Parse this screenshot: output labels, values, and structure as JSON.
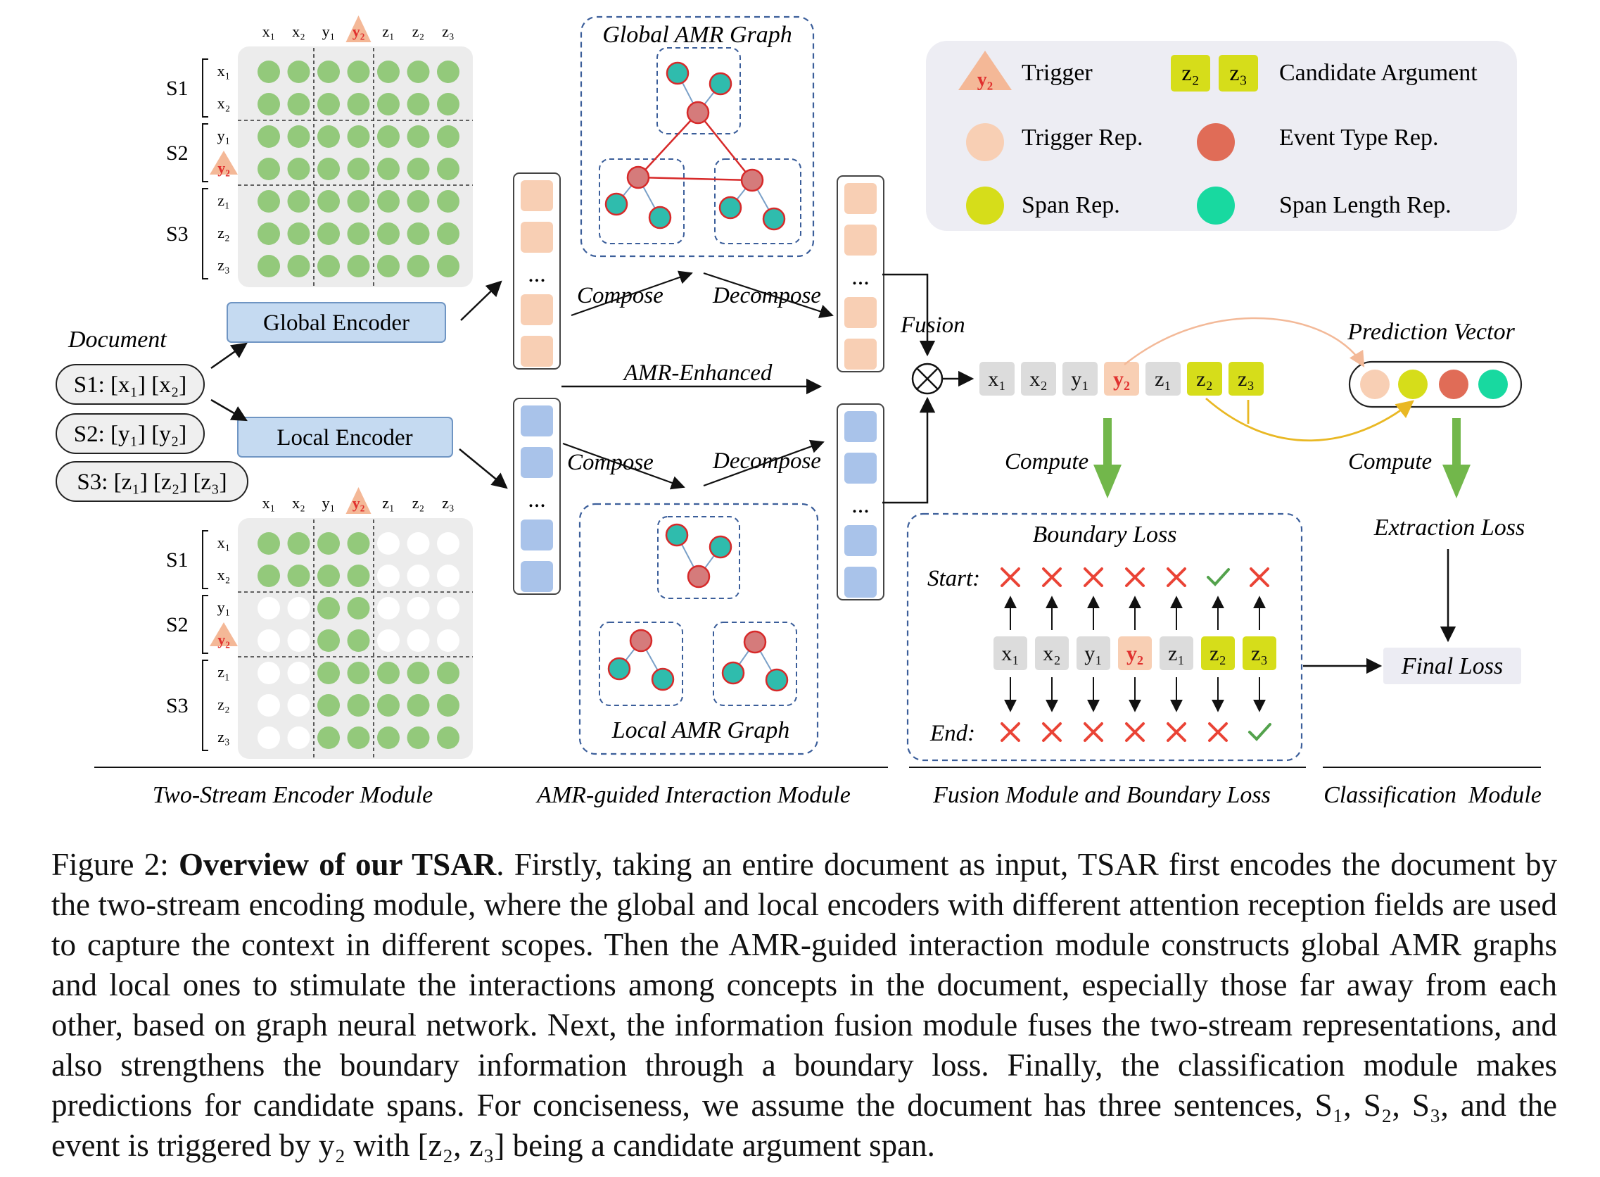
{
  "figure": {
    "matrix_col_labels": [
      "x₁",
      "x₂",
      "y₁",
      "y₂",
      "z₁",
      "z₂",
      "z₃"
    ],
    "matrix_row_labels": [
      "x₁",
      "x₂",
      "y₁",
      "y₂",
      "z₁",
      "z₂",
      "z₃"
    ],
    "sentence_labels": [
      "S1",
      "S2",
      "S3"
    ],
    "document_label": "Document",
    "document_sentences": [
      "S1: [x₁] [x₂]",
      "S2: [y₁] [y₂]",
      "S3: [z₁] [z₂] [z₃]"
    ],
    "global_encoder": "Global Encoder",
    "local_encoder": "Local Encoder",
    "global_amr_graph": "Global AMR Graph",
    "local_amr_graph": "Local AMR Graph",
    "compose": "Compose",
    "decompose": "Decompose",
    "amr_enhanced": "AMR-Enhanced",
    "fusion": "Fusion",
    "compute": "Compute",
    "prediction_vector": "Prediction Vector",
    "boundary_loss": "Boundary Loss",
    "start_label": "Start:",
    "end_label": "End:",
    "extraction_loss": "Extraction Loss",
    "final_loss": "Final Loss",
    "ellipsis": "...",
    "legend": {
      "trigger_symbol": "y₂",
      "trigger": "Trigger",
      "cand_z2": "z₂",
      "cand_z3": "z₃",
      "candidate_argument": "Candidate Argument",
      "trigger_rep": "Trigger Rep.",
      "event_type_rep": "Event Type Rep.",
      "span_rep": "Span Rep.",
      "span_length_rep": "Span Length Rep."
    },
    "token_labels": [
      "x₁",
      "x₂",
      "y₁",
      "y₂",
      "z₁",
      "z₂",
      "z₃"
    ],
    "start_marks": [
      "x",
      "x",
      "x",
      "x",
      "x",
      "check",
      "x"
    ],
    "end_marks": [
      "x",
      "x",
      "x",
      "x",
      "x",
      "x",
      "check"
    ],
    "module_labels": [
      "Two-Stream Encoder Module",
      "AMR-guided Interaction Module",
      "Fusion Module and Boundary Loss",
      "Classification  Module"
    ],
    "colors": {
      "green_dot": "#93c97b",
      "grid_bg": "#ececec",
      "encoder_fill": "#c5daf1",
      "encoder_stroke": "#6f95c3",
      "peach": "#f8cfb4",
      "blue_block": "#a9c3ea",
      "node_red": "#d57b7b",
      "node_teal": "#2fbcad",
      "edge_red": "#d72a2a",
      "yellow": "#d6dd1a",
      "event_rep": "#e06c57",
      "span_len_rep": "#18d9a0",
      "green_arrow": "#72b74b",
      "x_mark": "#ea4335",
      "check_mark": "#53a24c",
      "trigger_red": "#e0302e"
    }
  },
  "caption": {
    "label": "Figure 2:",
    "bold": "Overview of our TSAR",
    "text": ". Firstly, taking an entire document as input, TSAR first encodes the document by the two-stream encoding module, where the global and local encoders with different attention reception fields are used to capture the context in different scopes. Then the AMR-guided interaction module constructs global AMR graphs and local ones to stimulate the interactions among concepts in the document, especially those far away from each other, based on graph neural network. Next, the information fusion module fuses the two-stream representations, and also strengthens the boundary information through a boundary loss. Finally, the classification module makes predictions for candidate spans. For conciseness, we assume the document has three sentences, S₁, S₂, S₃, and the event is triggered by y₂ with [z₂, z₃] being a candidate argument span."
  }
}
